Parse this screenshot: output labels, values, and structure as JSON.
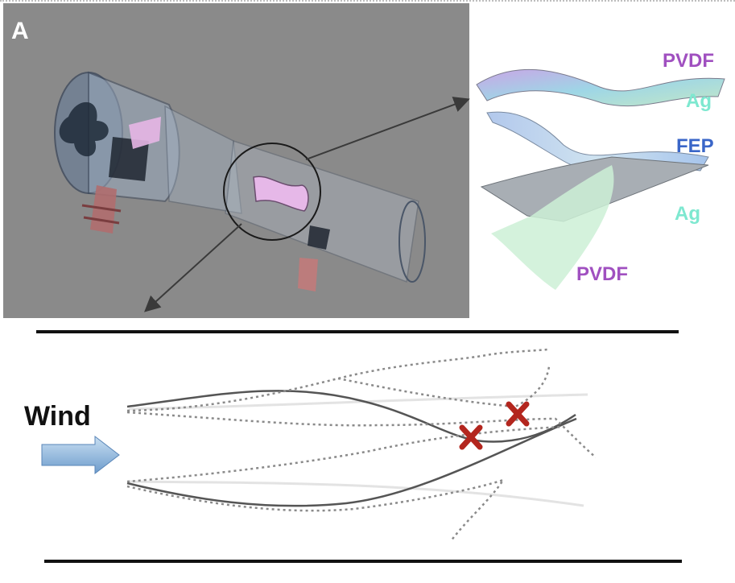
{
  "panel_letter": "A",
  "layers": [
    {
      "label": "PVDF",
      "color": "#a050c0"
    },
    {
      "label": "Ag",
      "color": "#7ee8d0"
    },
    {
      "label": "FEP",
      "color": "#3a66c8"
    },
    {
      "label": "Ag",
      "color": "#7ee8d0"
    },
    {
      "label": "PVDF",
      "color": "#a050c0"
    }
  ],
  "wind_label": "Wind",
  "colors": {
    "background_3d": "#8a8a8a",
    "tube": "#a9b8c8",
    "film": "#e6b8e8",
    "marker": "#b3261e",
    "arrow": "#8ab4dc"
  }
}
